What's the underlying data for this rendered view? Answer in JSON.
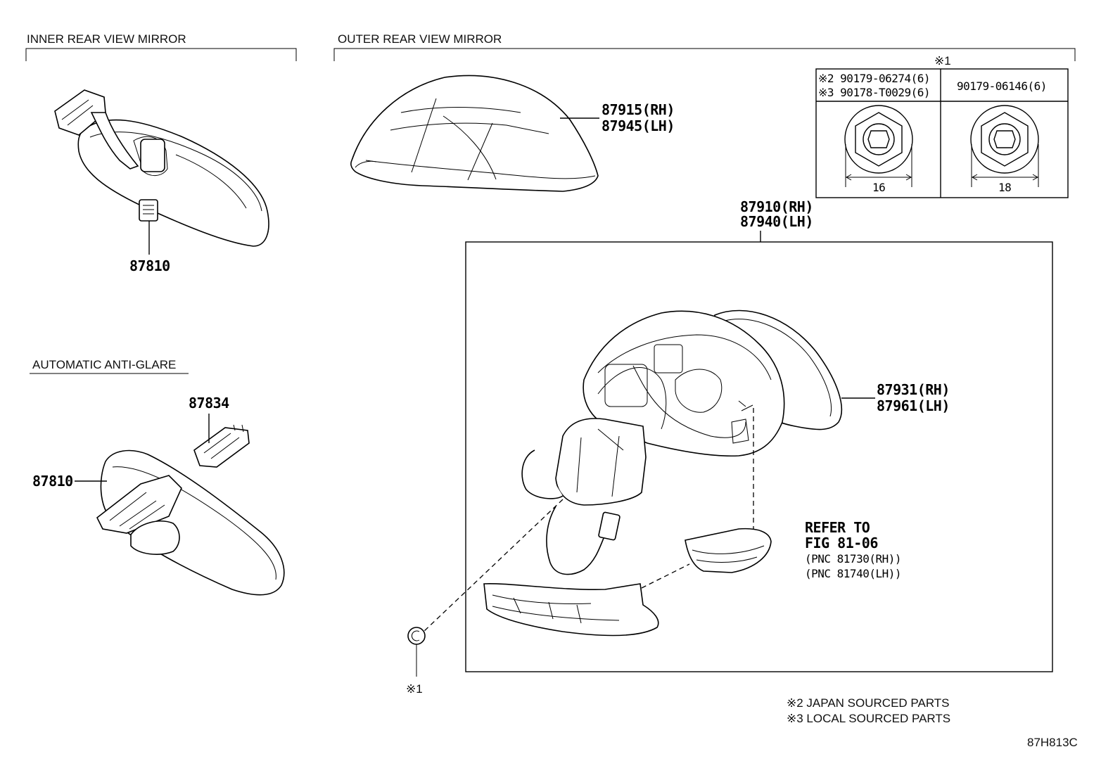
{
  "sections": {
    "inner": "INNER REAR VIEW MIRROR",
    "outer": "OUTER REAR VIEW MIRROR",
    "antiglare": "AUTOMATIC ANTI-GLARE"
  },
  "parts": {
    "inner_mirror": "87810",
    "antiglare_mirror": "87810",
    "cover": "87834",
    "cap_rh": "87915(RH)",
    "cap_lh": "87945(LH)",
    "assy_rh": "87910(RH)",
    "assy_lh": "87940(LH)",
    "mirror_rh": "87931(RH)",
    "mirror_lh": "87961(LH)"
  },
  "nut_table": {
    "header": "※1",
    "col1_line1": "※2 90179-06274(6)",
    "col1_line2": "※3 90178-T0029(6)",
    "col2": "90179-06146(6)",
    "dim1": "16",
    "dim2": "18"
  },
  "refer": {
    "line1": "REFER TO",
    "line2": "FIG 81-06",
    "line3": "(PNC 81730(RH))",
    "line4": "(PNC 81740(LH))"
  },
  "clip_label": "※1",
  "notes": {
    "n2": "※2 JAPAN SOURCED PARTS",
    "n3": "※3 LOCAL SOURCED PARTS"
  },
  "figure_id": "87H813C"
}
